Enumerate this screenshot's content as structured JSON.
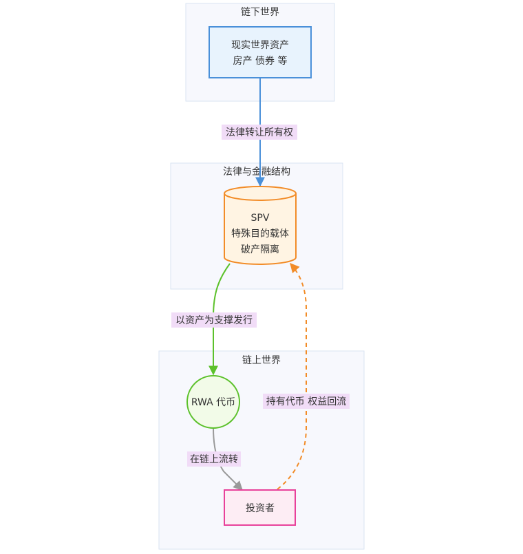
{
  "diagram": {
    "clusters": {
      "offchain": {
        "title": "链下世界"
      },
      "legal": {
        "title": "法律与金融结构"
      },
      "onchain": {
        "title": "链上世界"
      }
    },
    "nodes": {
      "asset": {
        "line1": "现实世界资产",
        "line2": "房产 债券 等",
        "shape": "rectangle",
        "stroke": "#4a90d9",
        "fill": "#e8f3fd"
      },
      "spv": {
        "line1": "SPV",
        "line2": "特殊目的载体",
        "line3": "破产隔离",
        "shape": "cylinder",
        "stroke": "#f28c28",
        "fill": "#fff4e3"
      },
      "token": {
        "line1": "RWA 代币",
        "shape": "circle",
        "stroke": "#5cc12b",
        "fill": "#f2fbe8"
      },
      "investor": {
        "line1": "投资者",
        "shape": "rectangle",
        "stroke": "#e8419a",
        "fill": "#fdedf4"
      }
    },
    "edges": {
      "e1": {
        "label": "法律转让所有权",
        "from": "asset",
        "to": "spv",
        "color": "#4a90d9",
        "style": "solid"
      },
      "e2": {
        "label": "以资产为支撑发行",
        "from": "spv",
        "to": "token",
        "color": "#5cc12b",
        "style": "solid"
      },
      "e3": {
        "label": "在链上流转",
        "from": "token",
        "to": "investor",
        "color": "#999999",
        "style": "solid"
      },
      "e4": {
        "label": "持有代币 权益回流",
        "from": "investor",
        "to": "spv",
        "color": "#f28c28",
        "style": "dashed"
      }
    },
    "edge_label_bg": "#f1dcf7",
    "cluster_fill": "#f7f8fd",
    "cluster_stroke": "#d9e3f2"
  }
}
